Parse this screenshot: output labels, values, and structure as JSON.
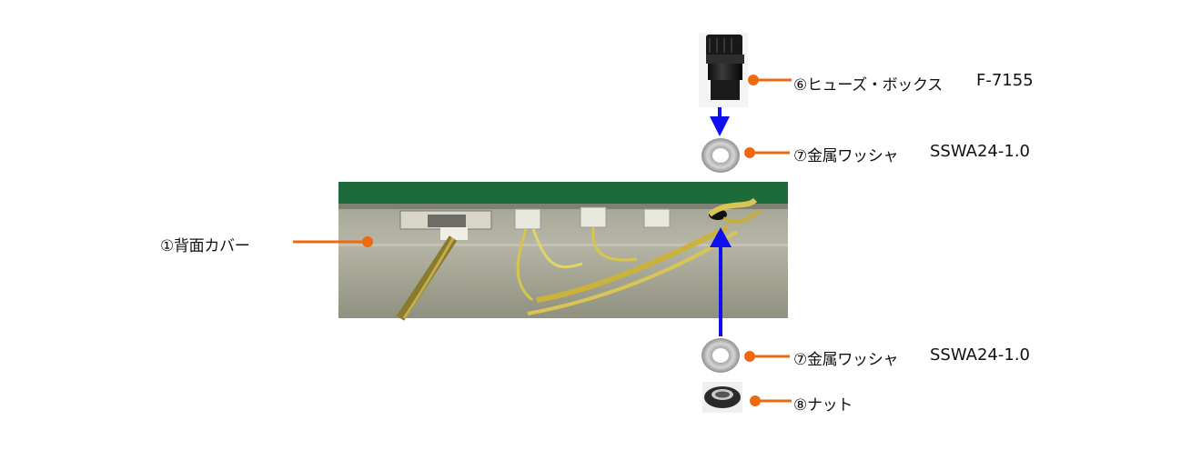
{
  "colors": {
    "leader_line": "#ee6a12",
    "arrow": "#1010ee",
    "label_text": "#111111"
  },
  "parts": [
    {
      "id": "back-cover",
      "label": "①背面カバー",
      "code": ""
    },
    {
      "id": "fuse-box",
      "label": "⑥ヒューズ・ボックス",
      "code": "F-7155"
    },
    {
      "id": "washer-top",
      "label": "⑦金属ワッシャ",
      "code": "SSWA24-1.0"
    },
    {
      "id": "washer-bottom",
      "label": "⑦金属ワッシャ",
      "code": "SSWA24-1.0"
    },
    {
      "id": "nut",
      "label": "⑧ナット",
      "code": ""
    }
  ],
  "icons": {
    "fuse_box": "fuse-box-photo",
    "washer": "metal-washer-photo",
    "nut": "hex-nut-photo",
    "panel": "back-cover-panel-photo"
  }
}
